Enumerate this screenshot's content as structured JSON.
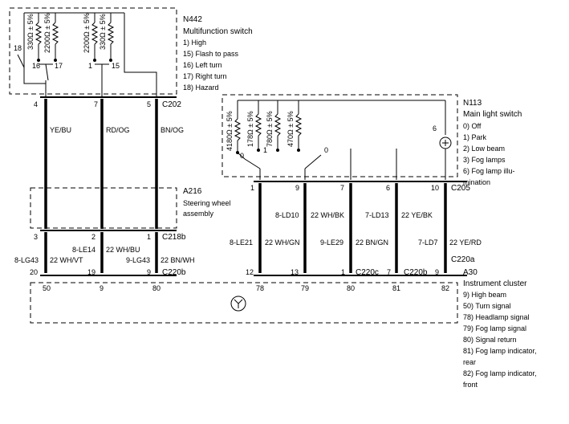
{
  "n442": {
    "ref": "N442",
    "title": "Multifunction switch",
    "items": [
      "1)    High",
      "15)  Flash to pass",
      "16)  Left turn",
      "17)  Right turn",
      "18)  Hazard"
    ],
    "resistors": [
      "330Ω ± 5%",
      "2200Ω ± 5%",
      "2200Ω ± 5%",
      "330Ω ± 5%"
    ],
    "contact_labels": [
      "18",
      "16",
      "17",
      "1",
      "15"
    ]
  },
  "n113": {
    "ref": "N113",
    "title": "Main light switch",
    "items": [
      "0)    Off",
      "1)    Park",
      "2)    Low beam",
      "3)    Fog lamps",
      "6)    Fog lamp illu-",
      "        mination"
    ],
    "resistors": [
      "4180Ω ± 5%",
      "178Ω ± 5%",
      "780Ω ± 5%",
      "470Ω ± 5%"
    ],
    "contact_labels": [
      "0",
      "1",
      "0",
      "6"
    ]
  },
  "a216": {
    "ref": "A216",
    "lines": [
      "Steering wheel",
      "assembly"
    ]
  },
  "a30": {
    "ref": "A30",
    "title": "Instrument cluster",
    "items": [
      "9)    High beam",
      "50)  Turn signal",
      "78)  Headlamp signal",
      "79)  Fog lamp signal",
      "80)  Signal return",
      "81)  Fog lamp indicator,",
      "        rear",
      "82)  Fog lamp indicator,",
      "        front"
    ]
  },
  "connectors": {
    "c202": "C202",
    "c205": "C205",
    "c218b": "C218b",
    "c220b_left": "C220b",
    "c220c": "C220c",
    "c220b_right": "C220b",
    "c220a": "C220a"
  },
  "pins": {
    "c202": [
      "4",
      "7",
      "5"
    ],
    "c205": [
      "1",
      "9",
      "7",
      "6",
      "10"
    ],
    "c218b": [
      "3",
      "2",
      "1"
    ],
    "c220_left": [
      "20",
      "19",
      "9"
    ],
    "c220_right": [
      "12",
      "13",
      "1",
      "7",
      "9"
    ],
    "cluster": [
      "50",
      "9",
      "80",
      "78",
      "79",
      "80",
      "81",
      "82"
    ]
  },
  "wires": {
    "upper_colors": [
      "YE/BU",
      "RD/OG",
      "BN/OG"
    ],
    "lower_left": [
      {
        "circuit": "8-LG43",
        "color": "22 WH/VT"
      },
      {
        "circuit": "8-LE14",
        "color": "22 WH/BU"
      },
      {
        "circuit": "9-LG43",
        "color": "22 BN/WH"
      }
    ],
    "lower_right": [
      {
        "circuit": "8-LE21",
        "color": "22 WH/GN"
      },
      {
        "circuit": "8-LD10",
        "color": "22 WH/BK"
      },
      {
        "circuit": "9-LE29",
        "color": "22 BN/GN"
      },
      {
        "circuit": "7-LD13",
        "color": "22 YE/BK"
      },
      {
        "circuit": "7-LD7",
        "color": "22 YE/RD"
      }
    ]
  }
}
